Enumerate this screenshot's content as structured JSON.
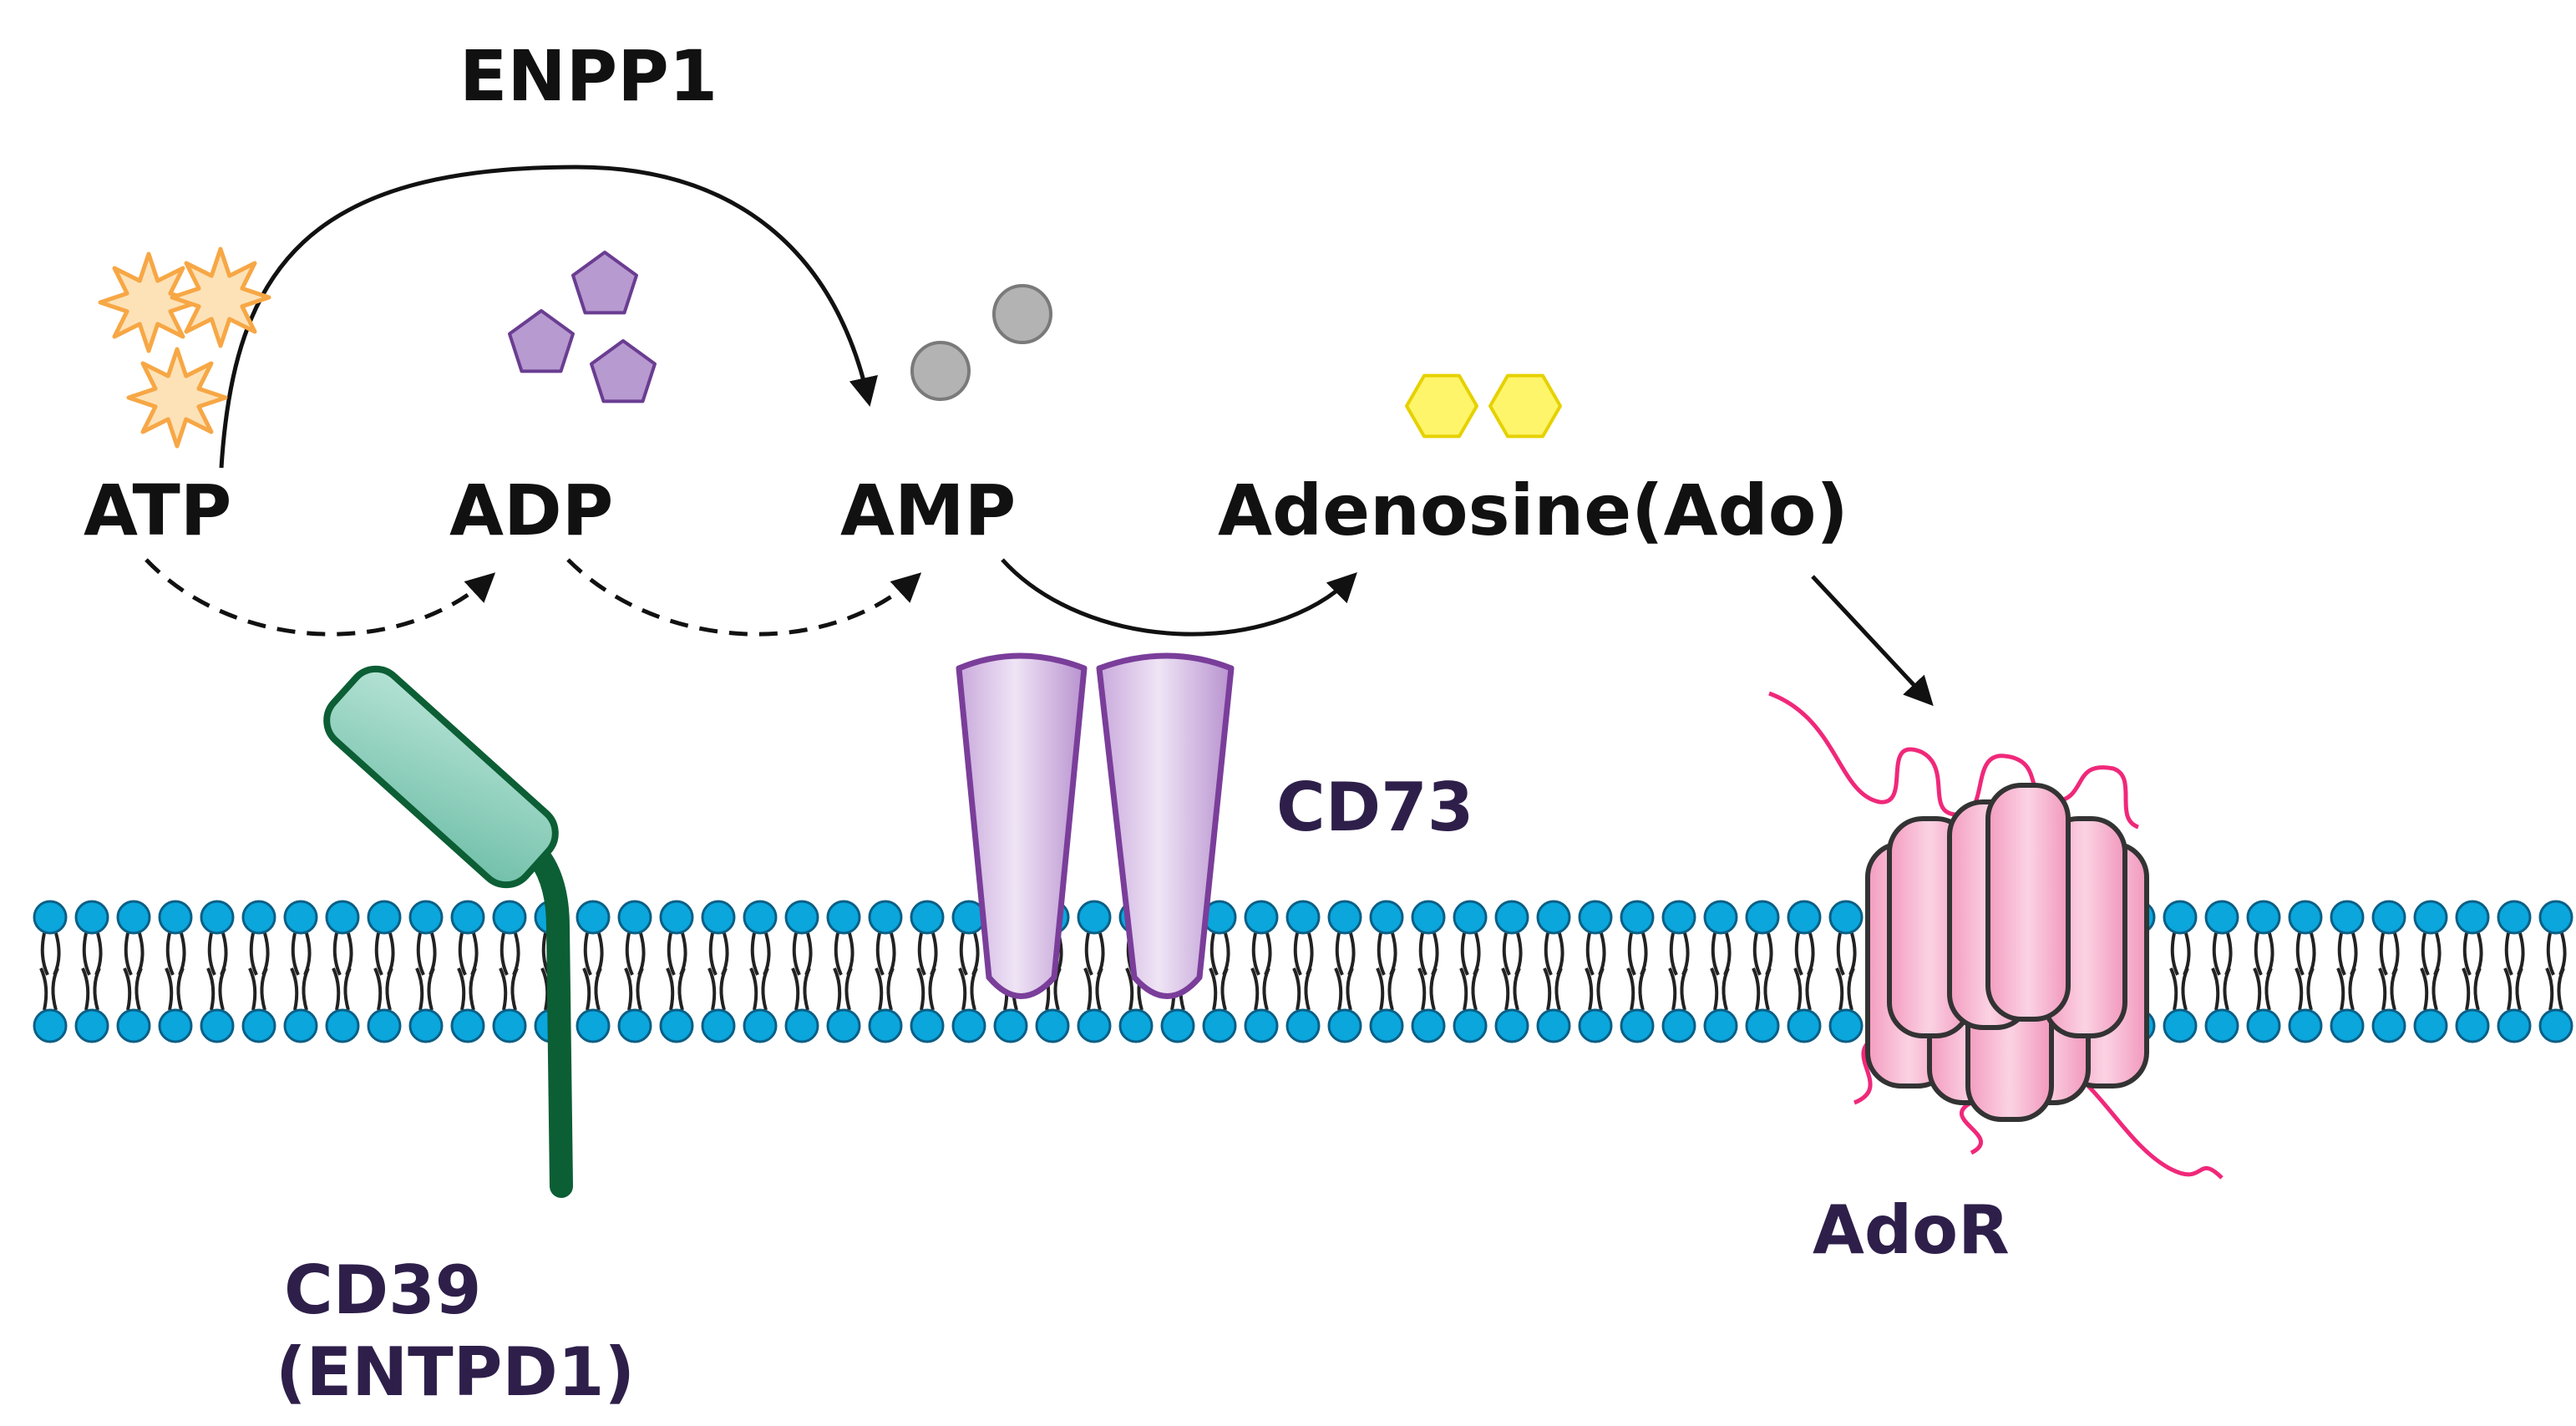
{
  "labels": {
    "enpp1": "ENPP1",
    "atp": "ATP",
    "adp": "ADP",
    "amp": "AMP",
    "adenosine": "Adenosine(Ado)",
    "cd73": "CD73",
    "cd39_line1": "CD39",
    "cd39_line2": "(ENTPD1)",
    "ador": "AdoR"
  },
  "colors": {
    "text": "#111111",
    "enzyme_text": "#2e1f4a",
    "atp_star": "#f7a745",
    "adp_pentagon": "#b79ad0",
    "amp_circle": "#b3b3b3",
    "ado_hexagon": "#fff56a",
    "lipid_head": "#0aa6dc",
    "cd39_head": "#8fd1bf",
    "cd39_stalk": "#0c5e35",
    "cd73": "#e4d4ee",
    "ador": "#f7b6cf",
    "ador_loops": "#f0287a"
  },
  "icons": {
    "atp": "orange-star-icon",
    "adp": "purple-pentagon-icon",
    "amp": "gray-circle-icon",
    "adenosine": "yellow-hexagon-icon"
  }
}
